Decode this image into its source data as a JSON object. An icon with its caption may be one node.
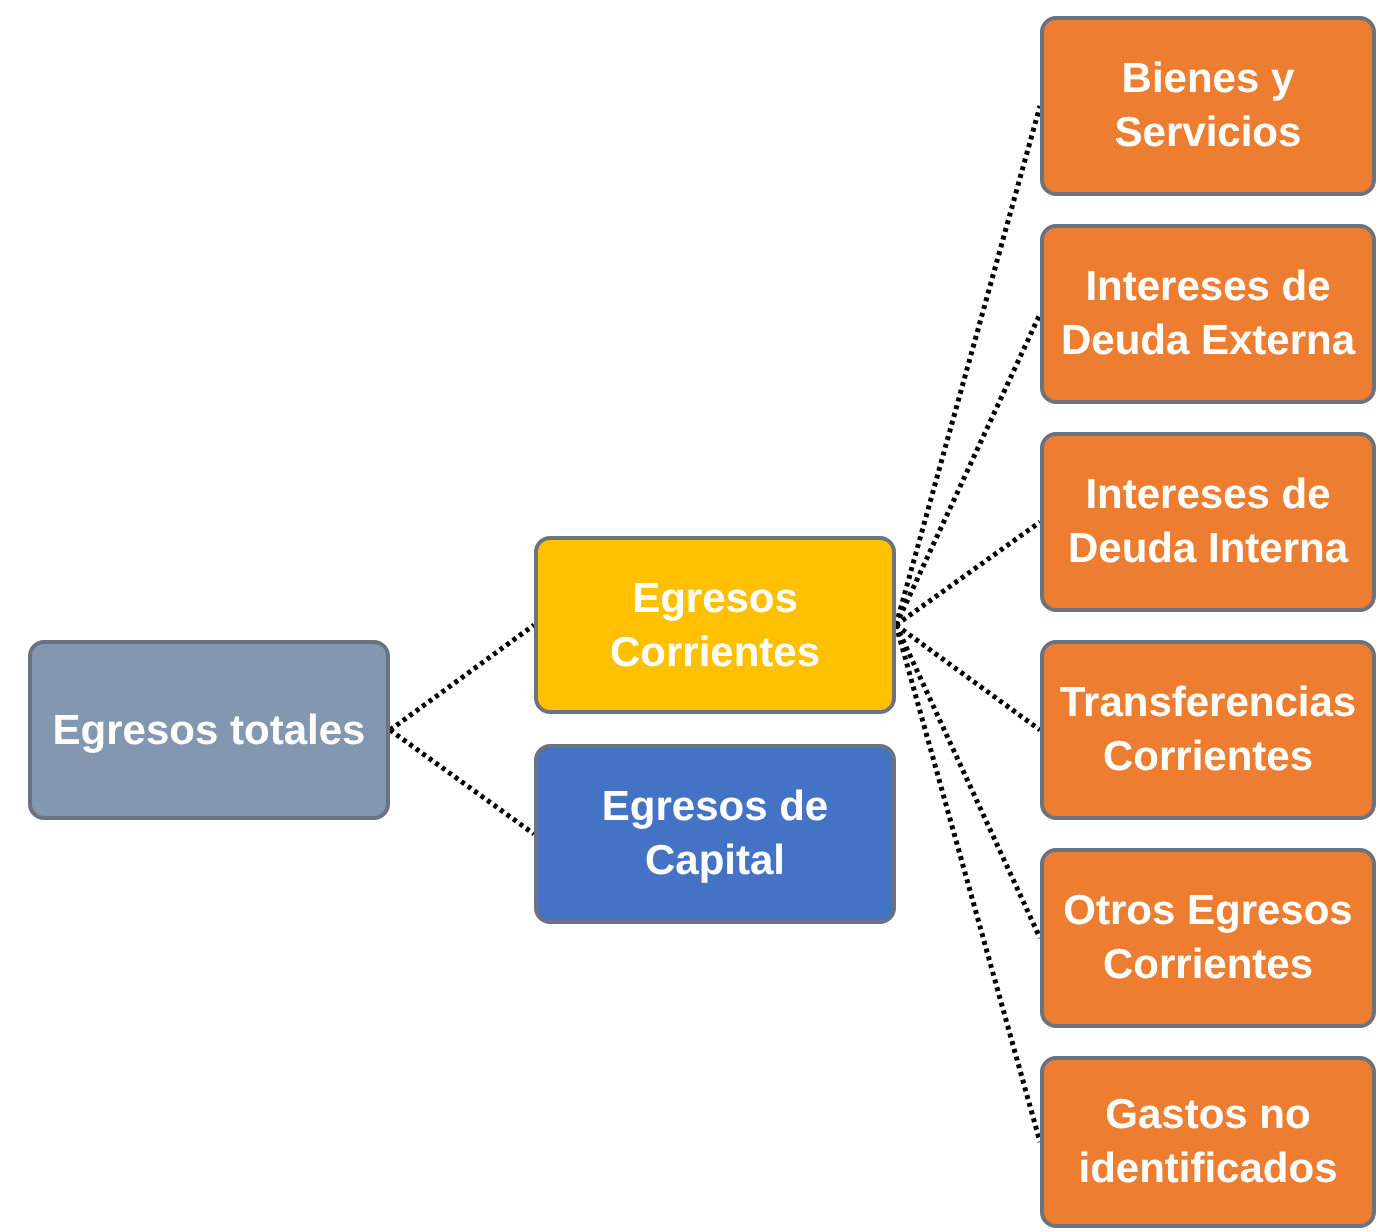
{
  "diagram": {
    "nodes": [
      {
        "text": [
          "Egresos totales"
        ]
      },
      {
        "text": [
          "Egresos Corrientes"
        ]
      },
      {
        "text": [
          "Egresos de Capital"
        ]
      },
      {
        "text": [
          "Bienes y Servicios"
        ]
      },
      {
        "text": [
          "Intereses de Deuda Externa"
        ]
      },
      {
        "text": [
          "Intereses de Deuda Interna"
        ]
      },
      {
        "text": [
          "Transferencias Corrientes"
        ]
      },
      {
        "text": [
          "Otros Egresos Corrientes"
        ]
      },
      {
        "text": [
          "Gastos no identificados"
        ]
      }
    ],
    "edges": [
      {
        "from": 0,
        "to": 1,
        "arrow": "none"
      },
      {
        "from": 0,
        "to": 2,
        "arrow": "none"
      },
      {
        "from": 1,
        "to": 3,
        "arrow": "none"
      },
      {
        "from": 1,
        "to": 4,
        "arrow": "none"
      },
      {
        "from": 1,
        "to": 5,
        "arrow": "none"
      },
      {
        "from": 1,
        "to": 6,
        "arrow": "none"
      },
      {
        "from": 1,
        "to": 7,
        "arrow": "none"
      },
      {
        "from": 1,
        "to": 8,
        "arrow": "none"
      }
    ]
  }
}
